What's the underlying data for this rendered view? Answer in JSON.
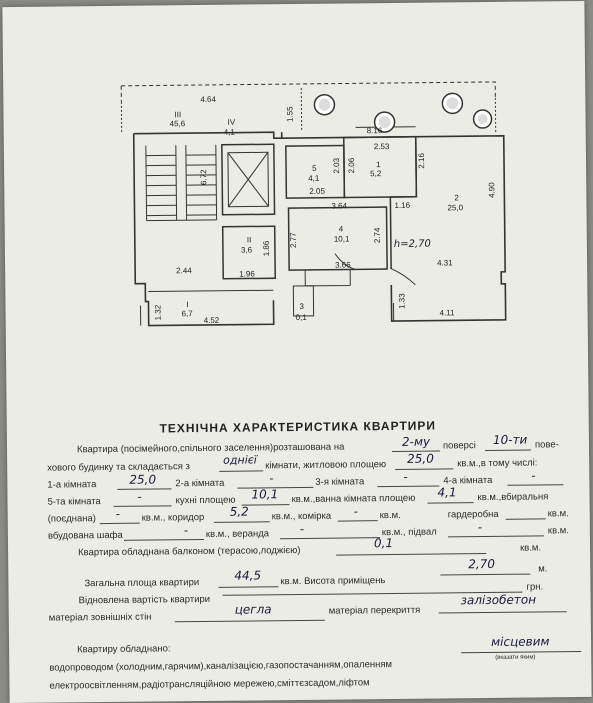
{
  "plan": {
    "rooms": [
      {
        "num": "III",
        "area": "45,6"
      },
      {
        "num": "IV",
        "area": "4,1"
      },
      {
        "num": "5",
        "area": "4,1"
      },
      {
        "num": "1",
        "area": "5,2"
      },
      {
        "num": "2",
        "area": "25,0"
      },
      {
        "num": "4",
        "area": "10,1"
      },
      {
        "num": "II",
        "area": "3,6"
      },
      {
        "num": "I",
        "area": "6,7"
      },
      {
        "num": "3",
        "area": "0,1"
      }
    ],
    "dims": {
      "d464": "4.64",
      "d155": "1.55",
      "d816": "8.16",
      "d253": "2.53",
      "d203": "2.03",
      "d206": "2.06",
      "d216": "2.16",
      "d490": "4.90",
      "d205": "2.05",
      "d364": "3.64",
      "d116": "1.16",
      "d672": "6.72",
      "d277": "2.77",
      "d274": "2.74",
      "d186": "1.86",
      "d431": "4.31",
      "d244": "2.44",
      "d196": "1.96",
      "d366": "3.66",
      "d132": "1.32",
      "d452": "4.52",
      "d133": "1.33",
      "d411": "4.11"
    },
    "height_note": "h=2,70"
  },
  "doc": {
    "title": "ТЕХНІЧНА ХАРАКТЕРИСТИКА КВАРТИРИ",
    "r1a": "Квартира (посімейного,спільного заселення)розташована на",
    "r1b": "поверсі",
    "r1c": "пове-",
    "floor": "2-му",
    "floors_total": "10-ти",
    "r2a": "хового будинку та складається з",
    "r2b": "кімнати, житловою площею",
    "r2c": "кв.м.,в тому числі:",
    "rooms_count": "однієї",
    "living_area": "25,0",
    "r3a": "1-а кімната",
    "r3b": "2-а кімната",
    "r3c": "3-я кімната",
    "r3d": "4-а кімната",
    "room1": "25,0",
    "dash": "-",
    "r4a": "5-та кімната",
    "r4b": "кухні площею",
    "r4c": "кв.м.,ванна кімната площею",
    "r4d": "кв.м.,вбиральня",
    "kitchen": "10,1",
    "bath": "4,1",
    "r5a": "(поєднана)",
    "r5b": "кв.м., коридор",
    "r5c": "кв.м., комірка",
    "r5d": "кв.м.",
    "r5e": "гардеробна",
    "r5f": "кв.м.",
    "corridor": "5,2",
    "r6a": "вбудована шафа",
    "r6b": "кв.м., веранда",
    "r6c": "кв.м., підвал",
    "r6d": "кв.м.",
    "r7a": "Квартира обладнана балконом (терасою,лоджією)",
    "r7b": "кв.м.",
    "balcony": "0,1",
    "r8a": "Загальна площа квартири",
    "r8b": "кв.м. Висота приміщень",
    "r8c": "м.",
    "total_area": "44,5",
    "height": "2,70",
    "r9a": "Відновлена вартість квартири",
    "r9b": "грн.",
    "r10a": "матеріал зовнішніх стін",
    "r10b": "матеріал перекриття",
    "walls": "цегла",
    "ceiling": "залізобетон",
    "r11": "Квартиру обладнано:",
    "r12a": "водопроводом (холодним,гарячим),каналізацією,газопостачанням,опаленням",
    "heating": "місцевим",
    "heating_note": "(вказати яким)",
    "r13": "електроосвітленням,радіотрансляційною мережею,сміттєзсадом,ліфтом"
  }
}
